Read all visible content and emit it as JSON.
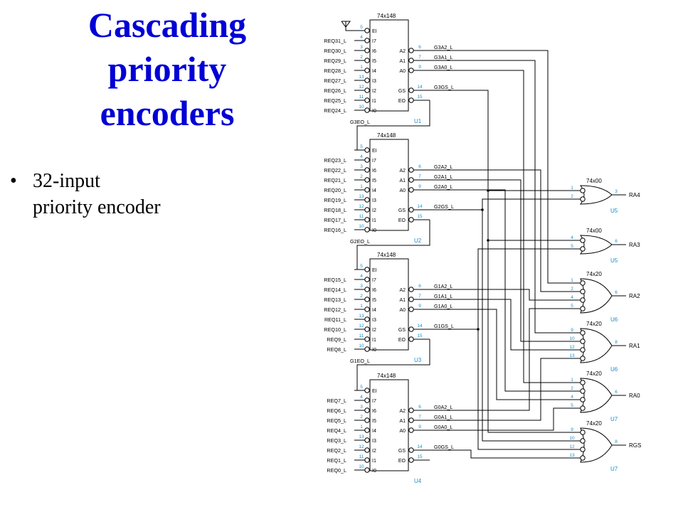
{
  "slide": {
    "title_lines": [
      "Cascading",
      "priority",
      "encoders"
    ],
    "bullet_lines": [
      "32-input",
      "priority encoder"
    ]
  },
  "colors": {
    "title": "#0000d6",
    "pin_number": "#1a8fc9",
    "wire": "#000000"
  },
  "encoders": [
    {
      "part": "74x148",
      "ref": "U1",
      "inputs": [
        "REQ31_L",
        "REQ30_L",
        "REQ29_L",
        "REQ28_L",
        "REQ27_L",
        "REQ26_L",
        "REQ25_L",
        "REQ24_L"
      ],
      "outputs": [
        "G3A2_L",
        "G3A1_L",
        "G3A0_L",
        "G3GS_L"
      ],
      "eo": "G3EO_L"
    },
    {
      "part": "74x148",
      "ref": "U2",
      "inputs": [
        "REQ23_L",
        "REQ22_L",
        "REQ21_L",
        "REQ20_L",
        "REQ19_L",
        "REQ18_L",
        "REQ17_L",
        "REQ16_L"
      ],
      "outputs": [
        "G2A2_L",
        "G2A1_L",
        "G2A0_L",
        "G2GS_L"
      ],
      "eo": "G2EO_L"
    },
    {
      "part": "74x148",
      "ref": "U3",
      "inputs": [
        "REQ15_L",
        "REQ14_L",
        "REQ13_L",
        "REQ12_L",
        "REQ11_L",
        "REQ10_L",
        "REQ9_L",
        "REQ8_L"
      ],
      "outputs": [
        "G1A2_L",
        "G1A1_L",
        "G1A0_L",
        "G1GS_L"
      ],
      "eo": "G1EO_L"
    },
    {
      "part": "74x148",
      "ref": "U4",
      "inputs": [
        "REQ7_L",
        "REQ6_L",
        "REQ5_L",
        "REQ4_L",
        "REQ3_L",
        "REQ2_L",
        "REQ1_L",
        "REQ0_L"
      ],
      "outputs": [
        "G0A2_L",
        "G0A1_L",
        "G0A0_L",
        "G0GS_L"
      ],
      "eo": ""
    }
  ],
  "encoder_pin_labels": {
    "left": [
      "EI",
      "I7",
      "I6",
      "I5",
      "I4",
      "I3",
      "I2",
      "I1",
      "I0"
    ],
    "left_numbers": [
      "5",
      "4",
      "3",
      "2",
      "1",
      "13",
      "12",
      "11",
      "10"
    ],
    "right": [
      "A2",
      "A1",
      "A0",
      "GS",
      "EO"
    ],
    "right_numbers": [
      "6",
      "7",
      "9",
      "14",
      "15"
    ]
  },
  "gates": [
    {
      "part": "74x00",
      "ref": "U5",
      "inputs": 2,
      "pins": [
        "1",
        "2"
      ],
      "out_pin": "3",
      "output": "RA4"
    },
    {
      "part": "74x00",
      "ref": "U5",
      "inputs": 2,
      "pins": [
        "4",
        "5"
      ],
      "out_pin": "6",
      "output": "RA3"
    },
    {
      "part": "74x20",
      "ref": "U6",
      "inputs": 4,
      "pins": [
        "1",
        "2",
        "4",
        "5"
      ],
      "out_pin": "6",
      "output": "RA2"
    },
    {
      "part": "74x20",
      "ref": "U6",
      "inputs": 4,
      "pins": [
        "9",
        "10",
        "12",
        "13"
      ],
      "out_pin": "8",
      "output": "RA1"
    },
    {
      "part": "74x20",
      "ref": "U7",
      "inputs": 4,
      "pins": [
        "1",
        "2",
        "4",
        "5"
      ],
      "out_pin": "6",
      "output": "RA0"
    },
    {
      "part": "74x20",
      "ref": "U7",
      "inputs": 4,
      "pins": [
        "9",
        "10",
        "12",
        "13"
      ],
      "out_pin": "8",
      "output": "RGS"
    }
  ]
}
